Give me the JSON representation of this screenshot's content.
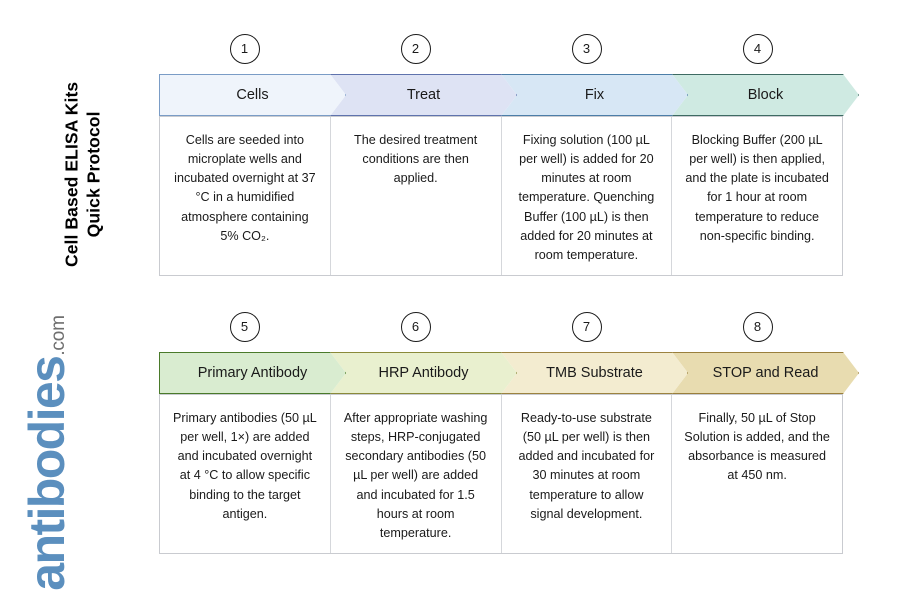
{
  "document": {
    "title": "Cell Based ELISA Kits\nQuick Protocol"
  },
  "brand": {
    "name": "antibodies",
    "tld": ".com",
    "color": "#5b8fbe"
  },
  "rows": [
    {
      "id": "row-1",
      "steps": [
        {
          "number": "1",
          "label": "Cells",
          "description": "Cells are seeded into microplate wells and incubated overnight at 37 °C in a humidified atmosphere containing 5% CO₂.",
          "fill": "#eff4fb",
          "border": "#7a9cc6"
        },
        {
          "number": "2",
          "label": "Treat",
          "description": "The desired treatment conditions are then applied.",
          "fill": "#dee3f4",
          "border": "#5f73ad"
        },
        {
          "number": "3",
          "label": "Fix",
          "description": "Fixing solution (100 µL per well) is added for 20 minutes at room temperature. Quenching Buffer (100 µL) is then added for 20 minutes at room temperature.",
          "fill": "#d7e7f5",
          "border": "#4c7ea8"
        },
        {
          "number": "4",
          "label": "Block",
          "description": "Blocking Buffer (200 µL per well) is then applied, and the plate is incubated for 1 hour at room temperature to reduce non-specific binding.",
          "fill": "#cfeae2",
          "border": "#3e6b63"
        }
      ]
    },
    {
      "id": "row-2",
      "steps": [
        {
          "number": "5",
          "label": "Primary Antibody",
          "description": "Primary antibodies (50 µL per well, 1×) are added and incubated overnight at 4 °C to allow specific binding to the target antigen.",
          "fill": "#d9ecd0",
          "border": "#4a7a2a"
        },
        {
          "number": "6",
          "label": "HRP Antibody",
          "description": "After appropriate washing steps, HRP-conjugated secondary antibodies (50 µL per well) are added and incubated for 1.5 hours at room temperature.",
          "fill": "#e9f0cf",
          "border": "#8a8a3a"
        },
        {
          "number": "7",
          "label": "TMB Substrate",
          "description": "Ready-to-use substrate (50 µL per well) is then added and incubated for 30 minutes at room temperature to allow signal development.",
          "fill": "#f3ecd0",
          "border": "#9c8340"
        },
        {
          "number": "8",
          "label": "STOP and Read",
          "description": "Finally, 50 µL of Stop Solution is added, and the absorbance is measured at 450 nm.",
          "fill": "#e8dcb0",
          "border": "#9a7f3c"
        }
      ]
    }
  ]
}
